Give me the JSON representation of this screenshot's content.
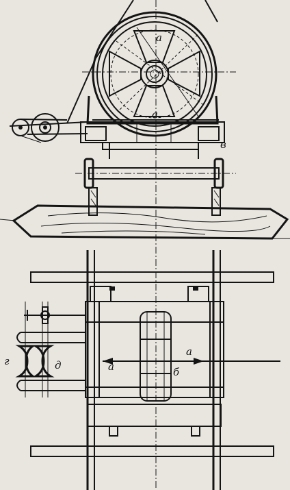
{
  "figure": {
    "labels": {
      "wheel_top": "а",
      "wheel_bottom": "а",
      "frame": "в",
      "plan_left": "а",
      "plan_right": "а",
      "plan_bottom": "б",
      "roller_left": "г",
      "roller_right": "д"
    }
  }
}
